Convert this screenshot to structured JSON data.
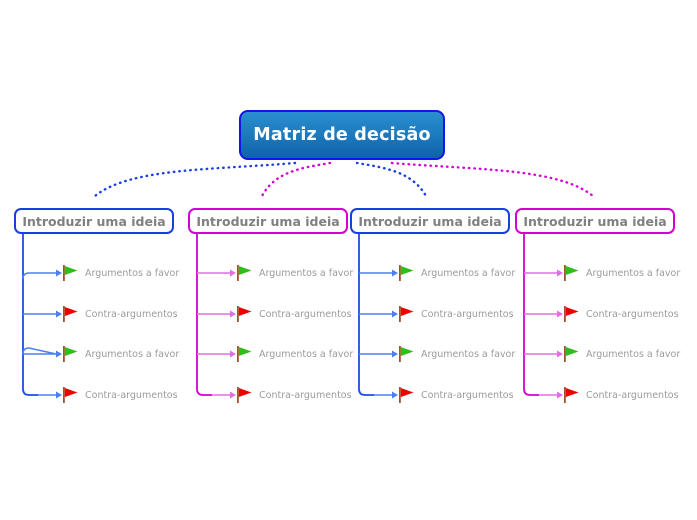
{
  "document": {
    "type": "mind-map",
    "language": "pt-BR",
    "background_color": "#ffffff"
  },
  "root": {
    "label": "Matriz de decisão",
    "text_color": "#ffffff",
    "border_color": "#1414e6",
    "fill_gradient_top": "#2a8fd0",
    "fill_gradient_bottom": "#0f63ab"
  },
  "colors": {
    "blue_border": "#1a3fe0",
    "magenta_border": "#d400d4",
    "blue_trunk": "#1a4fe0",
    "magenta_trunk": "#d400d4",
    "blue_twig": "#4d7ff0",
    "magenta_twig": "#e26ee2",
    "label_gray": "#9b9b9b",
    "branch_label_gray": "#808080",
    "flag_green": "#2fbd18",
    "flag_red": "#ee0000",
    "flag_pole": "#a0522d"
  },
  "branches": [
    {
      "label": "Introduzir uma ideia",
      "color": "#1a3fe0",
      "accent": "blue",
      "leaves": [
        {
          "label": "Argumentos a favor",
          "flag": "flag-green-icon",
          "flag_color": "#2fbd18"
        },
        {
          "label": "Contra-argumentos",
          "flag": "flag-red-icon",
          "flag_color": "#ee0000"
        },
        {
          "label": "Argumentos a favor",
          "flag": "flag-green-icon",
          "flag_color": "#2fbd18"
        },
        {
          "label": "Contra-argumentos",
          "flag": "flag-red-icon",
          "flag_color": "#ee0000"
        }
      ]
    },
    {
      "label": "Introduzir uma ideia",
      "color": "#d400d4",
      "accent": "magenta",
      "leaves": [
        {
          "label": "Argumentos a favor",
          "flag": "flag-green-icon",
          "flag_color": "#2fbd18"
        },
        {
          "label": "Contra-argumentos",
          "flag": "flag-red-icon",
          "flag_color": "#ee0000"
        },
        {
          "label": "Argumentos a favor",
          "flag": "flag-green-icon",
          "flag_color": "#2fbd18"
        },
        {
          "label": "Contra-argumentos",
          "flag": "flag-red-icon",
          "flag_color": "#ee0000"
        }
      ]
    },
    {
      "label": "Introduzir uma ideia",
      "color": "#1a3fe0",
      "accent": "blue",
      "leaves": [
        {
          "label": "Argumentos a favor",
          "flag": "flag-green-icon",
          "flag_color": "#2fbd18"
        },
        {
          "label": "Contra-argumentos",
          "flag": "flag-red-icon",
          "flag_color": "#ee0000"
        },
        {
          "label": "Argumentos a favor",
          "flag": "flag-green-icon",
          "flag_color": "#2fbd18"
        },
        {
          "label": "Contra-argumentos",
          "flag": "flag-red-icon",
          "flag_color": "#ee0000"
        }
      ]
    },
    {
      "label": "Introduzir uma ideia",
      "color": "#d400d4",
      "accent": "magenta",
      "leaves": [
        {
          "label": "Argumentos a favor",
          "flag": "flag-green-icon",
          "flag_color": "#2fbd18"
        },
        {
          "label": "Contra-argumentos",
          "flag": "flag-red-icon",
          "flag_color": "#ee0000"
        },
        {
          "label": "Argumentos a favor",
          "flag": "flag-green-icon",
          "flag_color": "#2fbd18"
        },
        {
          "label": "Contra-argumentos",
          "flag": "flag-red-icon",
          "flag_color": "#ee0000"
        }
      ]
    }
  ]
}
